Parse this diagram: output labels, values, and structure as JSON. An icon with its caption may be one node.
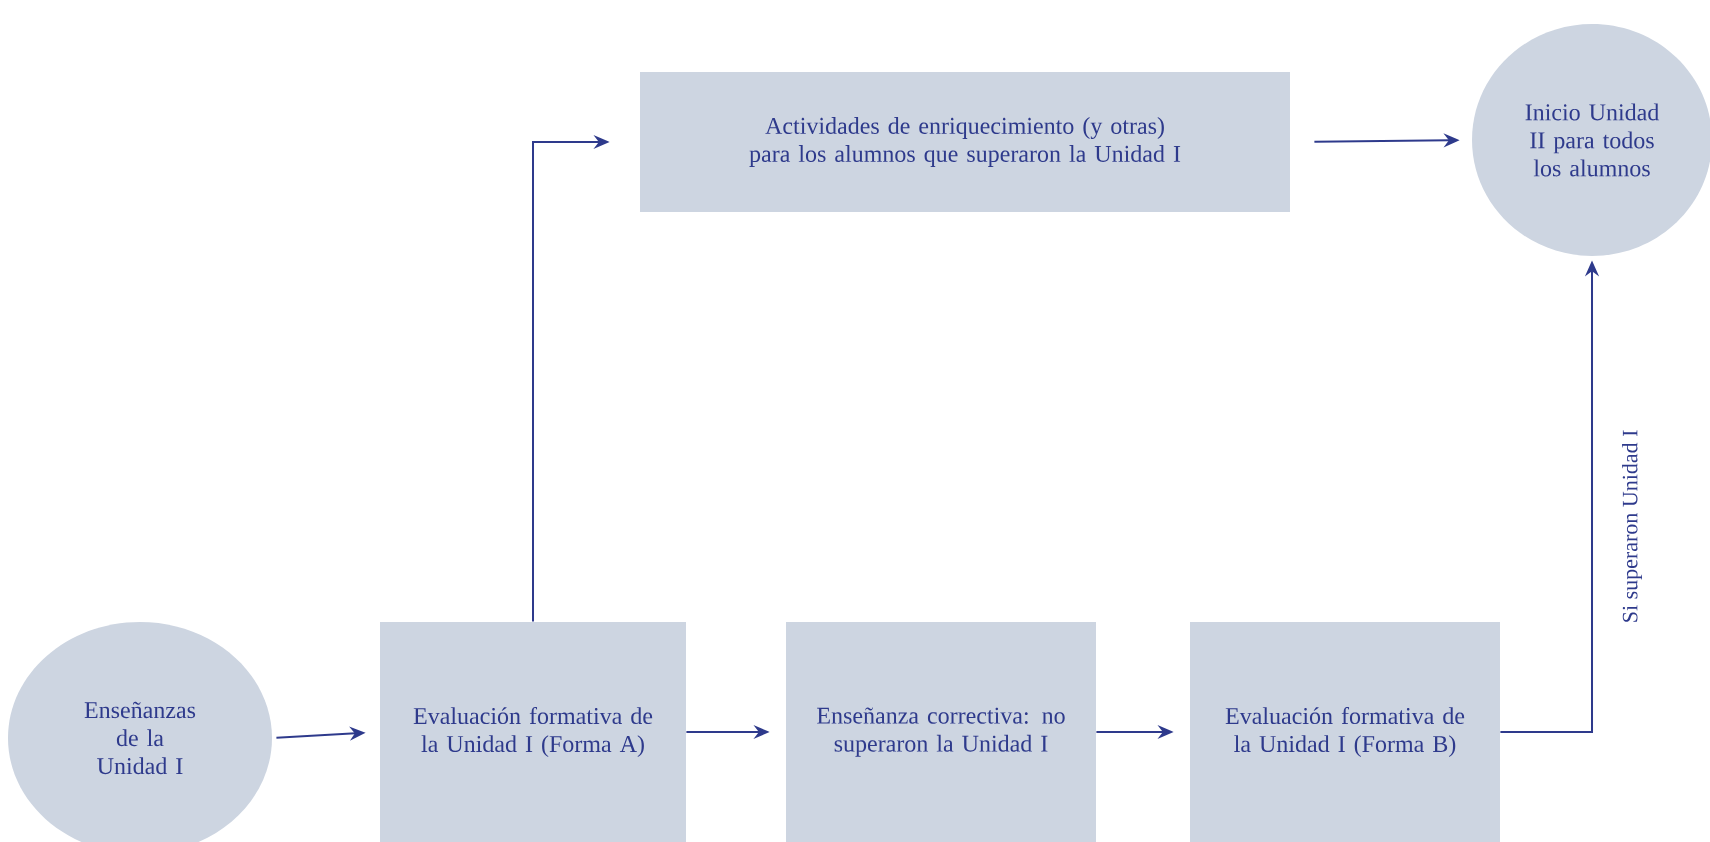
{
  "diagram": {
    "nodes": [
      {
        "text": [
          "Enseñanzas de la Unidad I"
        ]
      },
      {
        "text": [
          "Evaluación formativa de la Unidad I (Forma A)"
        ]
      },
      {
        "text": [
          "Enseñanza correctiva: no superaron la Unidad I"
        ]
      },
      {
        "text": [
          "Evaluación formativa de la Unidad I (Forma B)"
        ]
      },
      {
        "text": [
          "Actividades de enriquecimiento (y otras) para los alumnos que superaron la Unidad I"
        ]
      },
      {
        "text": [
          "Inicio Unidad II para todos los alumnos"
        ]
      }
    ],
    "edges": [
      {
        "from": 0,
        "to": 1,
        "arrow": "to"
      },
      {
        "from": 1,
        "to": 2,
        "arrow": "to"
      },
      {
        "from": 2,
        "to": 3,
        "arrow": "to"
      },
      {
        "from": 1,
        "to": 4,
        "arrow": "to"
      },
      {
        "from": 4,
        "to": 5,
        "arrow": "to"
      },
      {
        "from": 3,
        "to": 5,
        "arrow": "to",
        "label": "Si superaron Unidad I"
      }
    ]
  }
}
